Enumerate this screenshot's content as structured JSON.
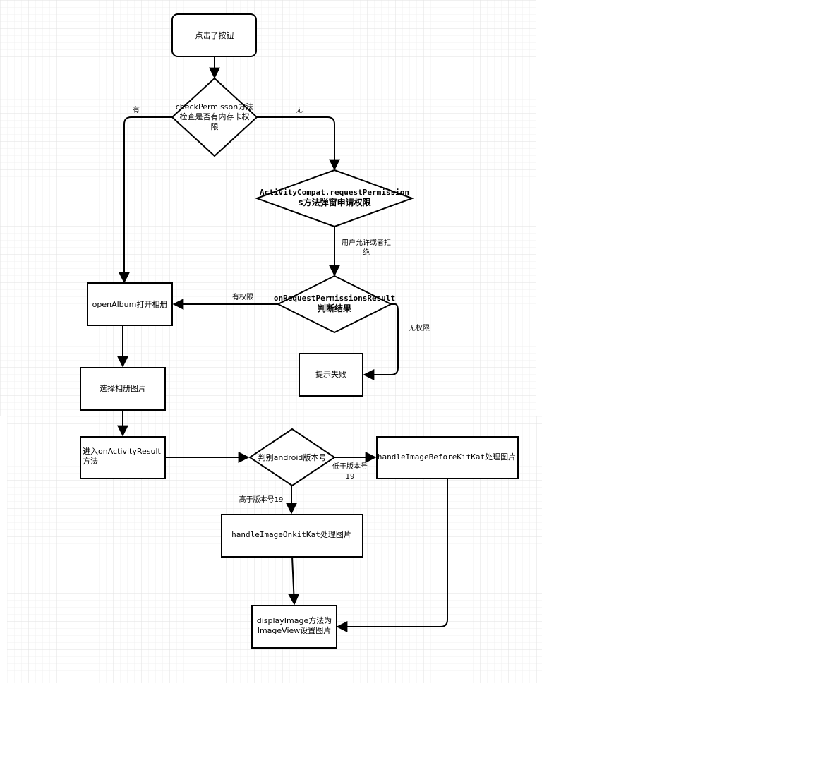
{
  "nodes": {
    "start": {
      "label": "点击了按钮"
    },
    "check_permission": {
      "lines": [
        "checkPermisson方法",
        "检查是否有内存卡权",
        "限"
      ]
    },
    "request_permission": {
      "lines": [
        "ActivityCompat.requestPermission",
        "s方法弹窗申请权限"
      ]
    },
    "on_request_result": {
      "lines": [
        "onRequestPermissionsResult",
        "判断结果"
      ]
    },
    "open_album": {
      "label": "openAlbum打开相册"
    },
    "show_fail": {
      "label": "提示失败"
    },
    "choose_image": {
      "label": "选择相册图片"
    },
    "on_activity_result": {
      "lines": [
        "进入onActivityResult",
        "方法"
      ]
    },
    "check_version": {
      "label": "判别android版本号"
    },
    "handle_before_kitkat": {
      "label": "handleImageBeforeKitKat处理图片"
    },
    "handle_on_kitkat": {
      "label": "handleImageOnkitKat处理图片"
    },
    "display_image": {
      "lines": [
        "displayImage方法为",
        "ImageView设置图片"
      ]
    }
  },
  "edges": {
    "has_permission": "有",
    "no_permission": "无",
    "user_allow_or_deny": [
      "用户允许或者拒",
      "绝"
    ],
    "granted": "有权限",
    "denied": "无权限",
    "below_version": [
      "低于版本号",
      "19"
    ],
    "above_version": "高于版本号19"
  }
}
